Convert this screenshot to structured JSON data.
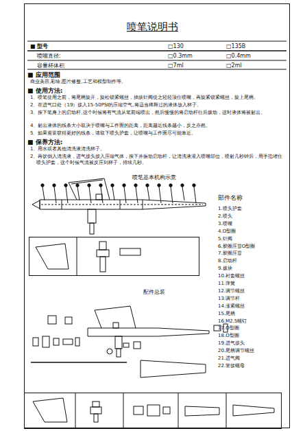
{
  "diagram": {
    "title": "喷笔说明书",
    "labels": [
      "■ 型号",
      "□130",
      "□135B",
      "喷嘴直径:",
      "□0.3mm",
      "□0.4mm",
      "容量杯体积",
      "□7ml",
      "□2ml",
      "■ 应用范围",
      "商业美容,彩绘,图片修整,工艺和模型制作等。",
      "■ 使用方法:",
      "1、喷笔使用之前，将尾柄旋开，旋松锁紧螺丝，抽拔针阀使之轻轻顶住喷嘴，再旋紧锁紧螺丝，旋上尾柄。",
      "2、在进气口处（19）接入15-50PSI的压缩空气,将适当稀释过的液体放入杯子。",
      "3、按下笔身上的启动杆,这个时候将有气流从笔前端喷出，然后慢慢的将启动杆往后拨动，这时液体将被射出。",
      "4、射出液体的线条大小取决于喷嘴与工作面的距离，距离越近线条越小，反之亦然。",
      "5、如果需要获得更好的线条，请取下喷头护套，让喷嘴与工作面尽可能靠近。",
      "■ 保养方法:",
      "1、用水或者其他清洗液清洗杯子。",
      "2、再饮倒入清洗液，进气接头接入压缩气体，按下并振动启动杆，让清洗液灌入喷嘴部位，喷射几秒钟后，用手指堵住喷头护套，这个时候气流被反压到杯子，持续几秒。",
      "喷笔基本机构示意",
      "部件名称",
      "1.喷头护套",
      "2.喷头",
      "3.喷嘴",
      "4.O型圈",
      "5.针阀",
      "6.胶圈压冒O型圈",
      "7.胶圈压冒",
      "8.启动杆",
      "9.拨块",
      "10.衬套螺丝",
      "11.弹簧",
      "12.调节螺丝",
      "13.调节杆",
      "14.涨紧螺丝",
      "15.尾柄",
      "16.M2.5螺钉",
      "17.O型圈",
      "18.O型圈",
      "19.进气接头",
      "20.尾柄调节螺丝",
      "21.进气阀",
      "22.管接螺母",
      "配件总装"
    ]
  }
}
